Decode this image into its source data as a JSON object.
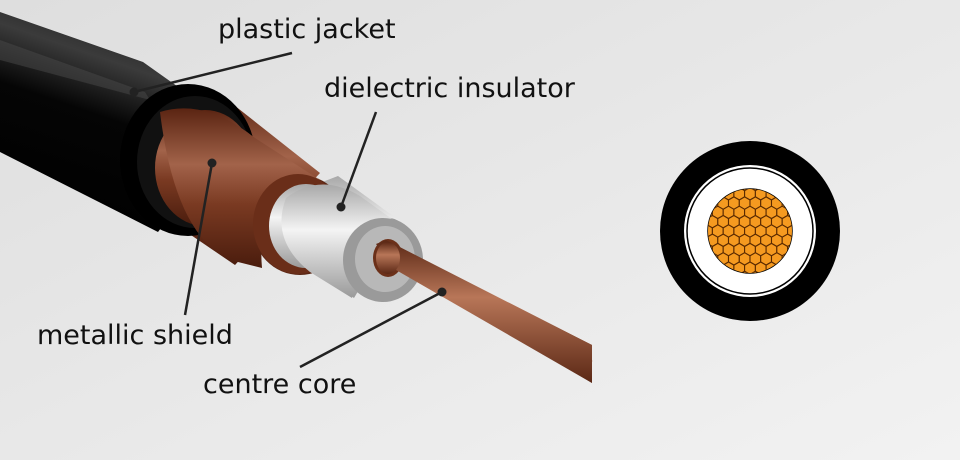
{
  "labels": {
    "plastic_jacket": "plastic jacket",
    "dielectric_insulator": "dielectric insulator",
    "metallic_shield": "metallic shield",
    "centre_core": "centre core"
  },
  "colors": {
    "background": "#ececec",
    "jacket": "#000000",
    "shield": "#7a3a22",
    "insulator": "#d6d6d6",
    "core": "#8b4a30",
    "strands": "#f08a10",
    "leader_lines": "#222222"
  }
}
